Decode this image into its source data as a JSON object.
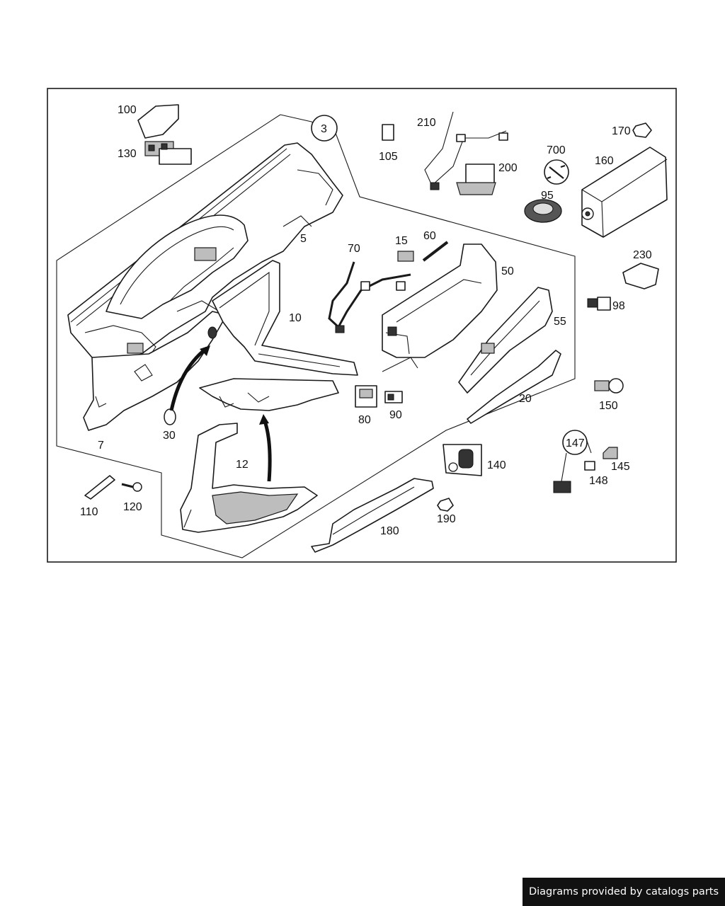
{
  "diagram": {
    "callouts": [
      "100",
      "130",
      "3",
      "105",
      "210",
      "200",
      "700",
      "160",
      "170",
      "95",
      "5",
      "70",
      "15",
      "60",
      "50",
      "230",
      "98",
      "10",
      "55",
      "30",
      "80",
      "90",
      "20",
      "150",
      "7",
      "12",
      "147",
      "145",
      "148",
      "140",
      "110",
      "120",
      "190",
      "180"
    ]
  },
  "footer": {
    "text": "Diagrams provided by catalogs parts"
  },
  "colors": {
    "line": "#1a1a1a",
    "footer_bg": "#111111",
    "footer_text": "#ffffff"
  }
}
